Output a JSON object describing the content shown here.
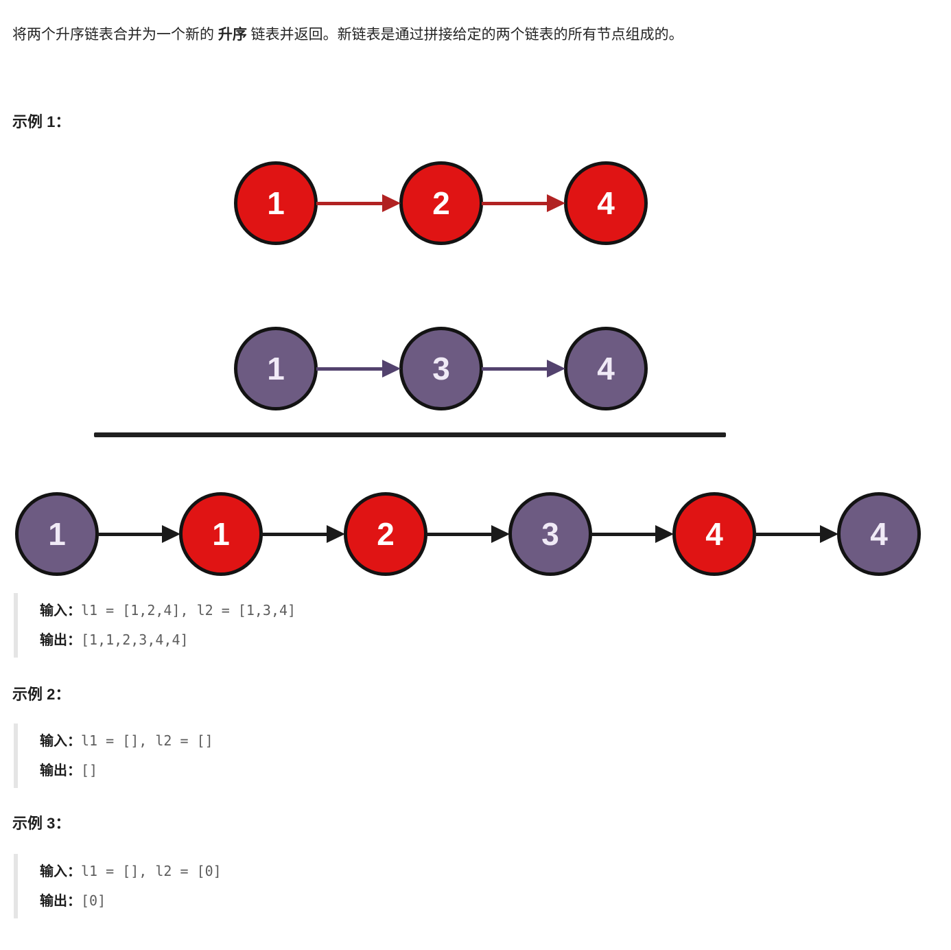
{
  "description": {
    "part1": "将两个升序链表合并为一个新的 ",
    "bold": "升序",
    "part3": " 链表并返回。新链表是通过拼接给定的两个链表的所有节点组成的。"
  },
  "colors": {
    "red": "#e01414",
    "purple": "#6d5b82",
    "red_arrow": "#b12222",
    "purple_arrow": "#53426e",
    "black_arrow": "#1a1a1a",
    "node_border": "#131313",
    "node_text_red": "#ffffff",
    "node_text_purple": "#f0eaf6",
    "divider": "#202020",
    "label_text": "#1d1d1d",
    "code_text": "#5c5c5c",
    "quote_bar": "#e5e5e5"
  },
  "diagram": {
    "list1": {
      "values": [
        "1",
        "2",
        "4"
      ],
      "fill": "red",
      "arrow": "red_arrow"
    },
    "list2": {
      "values": [
        "1",
        "3",
        "4"
      ],
      "fill": "purple",
      "arrow": "purple_arrow"
    },
    "merged": {
      "values": [
        "1",
        "1",
        "2",
        "3",
        "4",
        "4"
      ],
      "fills": [
        "purple",
        "red",
        "red",
        "purple",
        "red",
        "purple"
      ],
      "arrow": "black_arrow"
    }
  },
  "examples": [
    {
      "title": "示例 1：",
      "input_label": "输入：",
      "input_value": "l1 = [1,2,4], l2 = [1,3,4]",
      "output_label": "输出：",
      "output_value": "[1,1,2,3,4,4]"
    },
    {
      "title": "示例 2：",
      "input_label": "输入：",
      "input_value": "l1 = [], l2 = []",
      "output_label": "输出：",
      "output_value": "[]"
    },
    {
      "title": "示例 3：",
      "input_label": "输入：",
      "input_value": "l1 = [], l2 = [0]",
      "output_label": "输出：",
      "output_value": "[0]"
    }
  ]
}
